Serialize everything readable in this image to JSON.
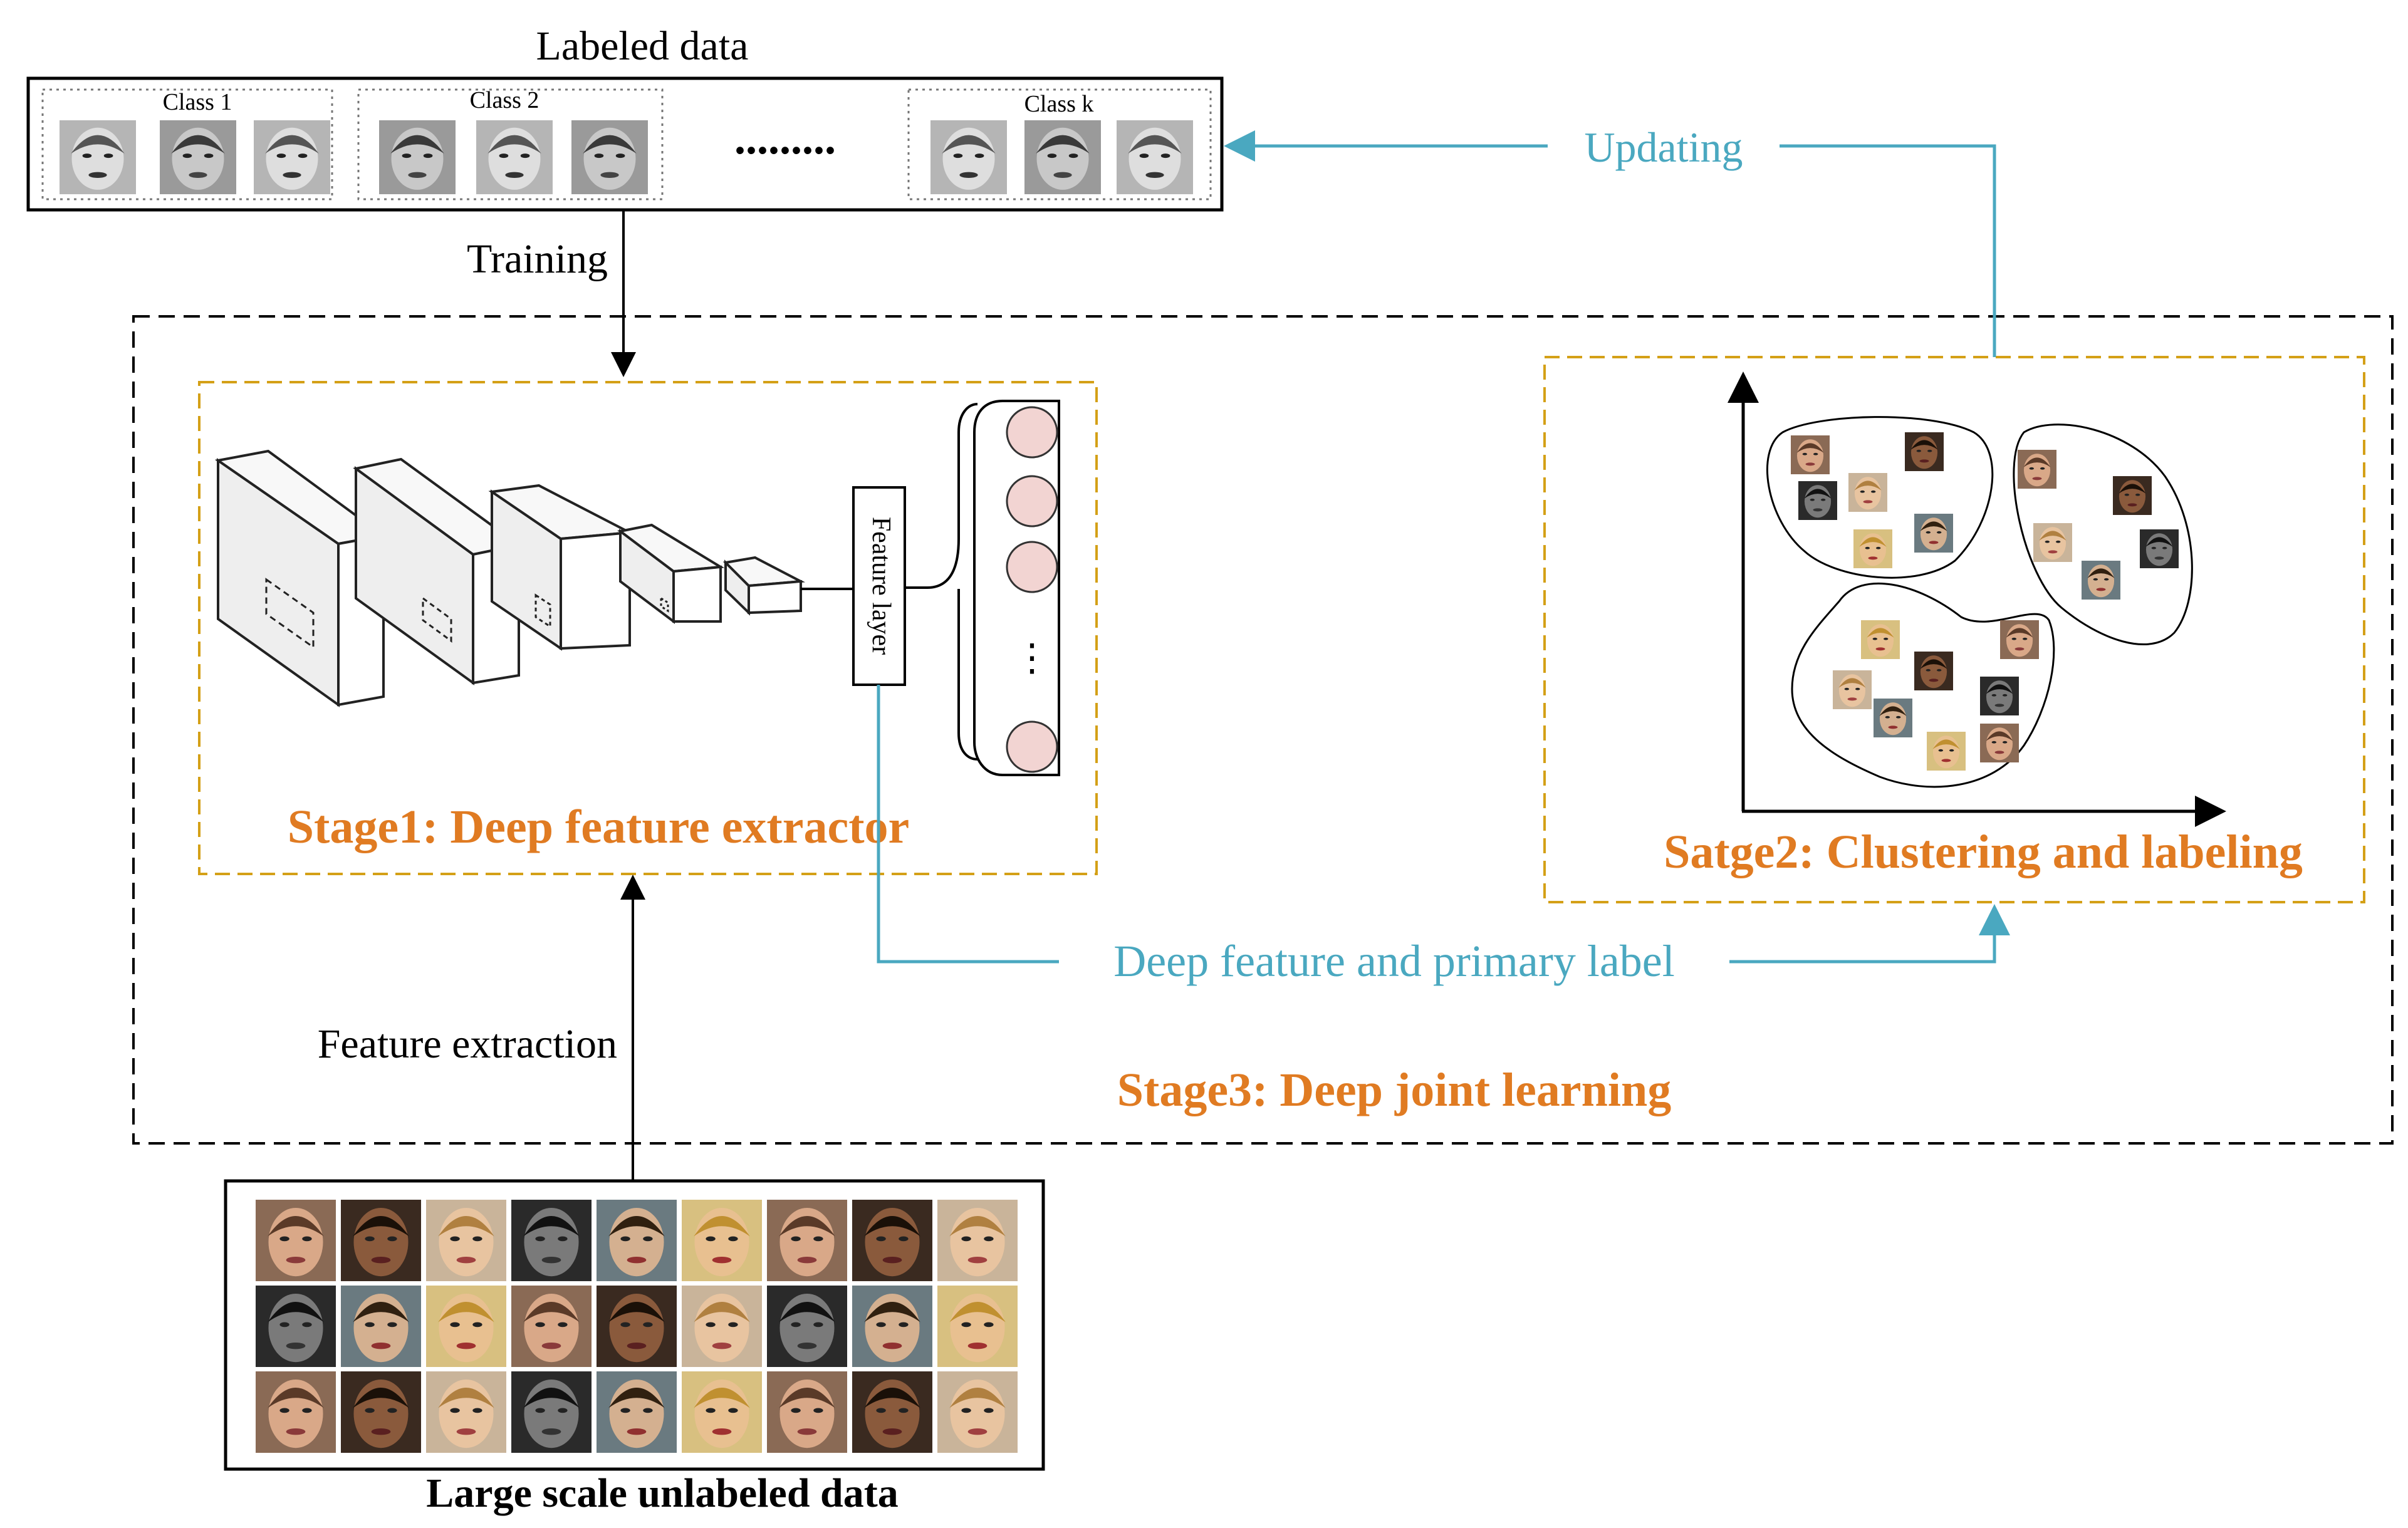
{
  "labeled_data": {
    "title": "Labeled data",
    "classes": [
      {
        "label": "Class 1"
      },
      {
        "label": "Class 2"
      },
      {
        "label": "Class k"
      }
    ],
    "ellipsis": "........."
  },
  "arrows": {
    "training": "Training",
    "feature_extraction": "Feature extraction",
    "updating": "Updating",
    "deep_feature": "Deep feature and primary label"
  },
  "stage1": {
    "title": "Stage1: Deep feature extractor",
    "feature_layer": "Feature layer",
    "output_dots": "⋮"
  },
  "stage2": {
    "title": "Satge2: Clustering and labeling"
  },
  "stage3": {
    "title": "Stage3: Deep joint learning"
  },
  "unlabeled": {
    "title": "Large scale unlabeled data"
  },
  "colors": {
    "stage_text": "#e07b22",
    "flow_text": "#4aa8c0",
    "stage_box": "#d4a017",
    "neuron_fill": "#f2d4d2"
  }
}
